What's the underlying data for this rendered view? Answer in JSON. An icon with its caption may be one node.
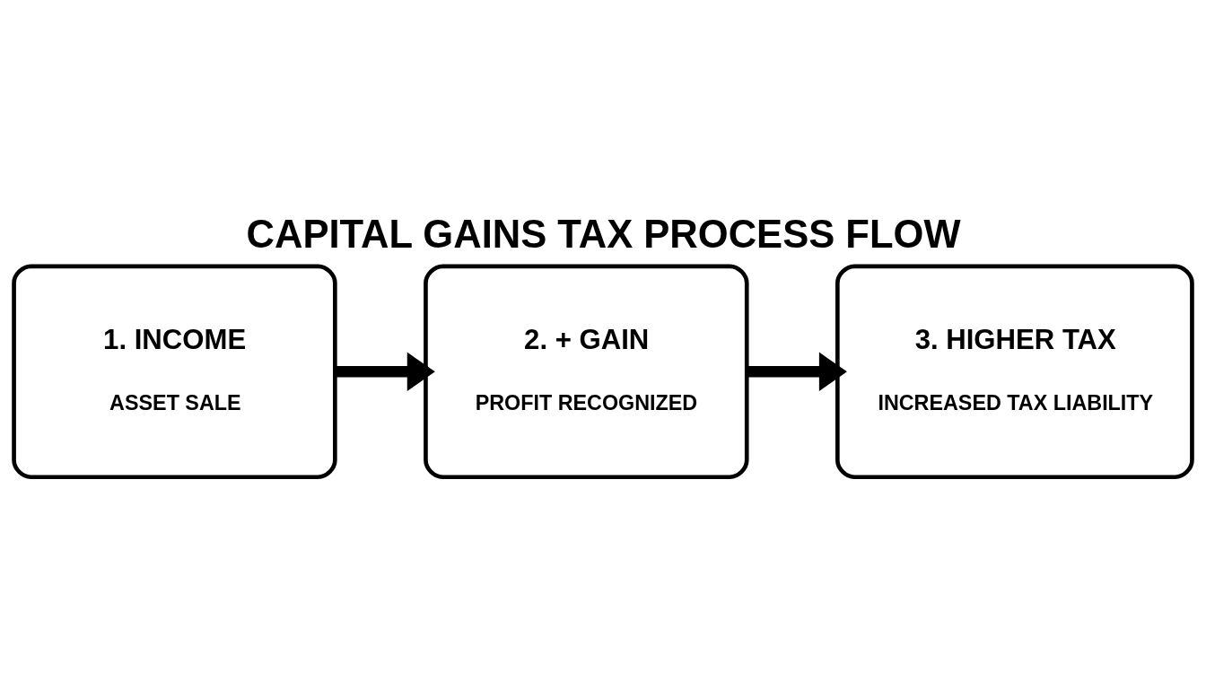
{
  "diagram": {
    "title": "CAPITAL GAINS TAX PROCESS FLOW",
    "nodes": [
      {
        "text": [
          "1. INCOME",
          "ASSET SALE"
        ]
      },
      {
        "text": [
          "2. + GAIN",
          "PROFIT RECOGNIZED"
        ]
      },
      {
        "text": [
          "3. HIGHER TAX",
          "INCREASED TAX LIABILITY"
        ]
      }
    ],
    "edges": [
      {
        "from": 0,
        "to": 1,
        "arrow": "to"
      },
      {
        "from": 1,
        "to": 2,
        "arrow": "to"
      }
    ]
  }
}
